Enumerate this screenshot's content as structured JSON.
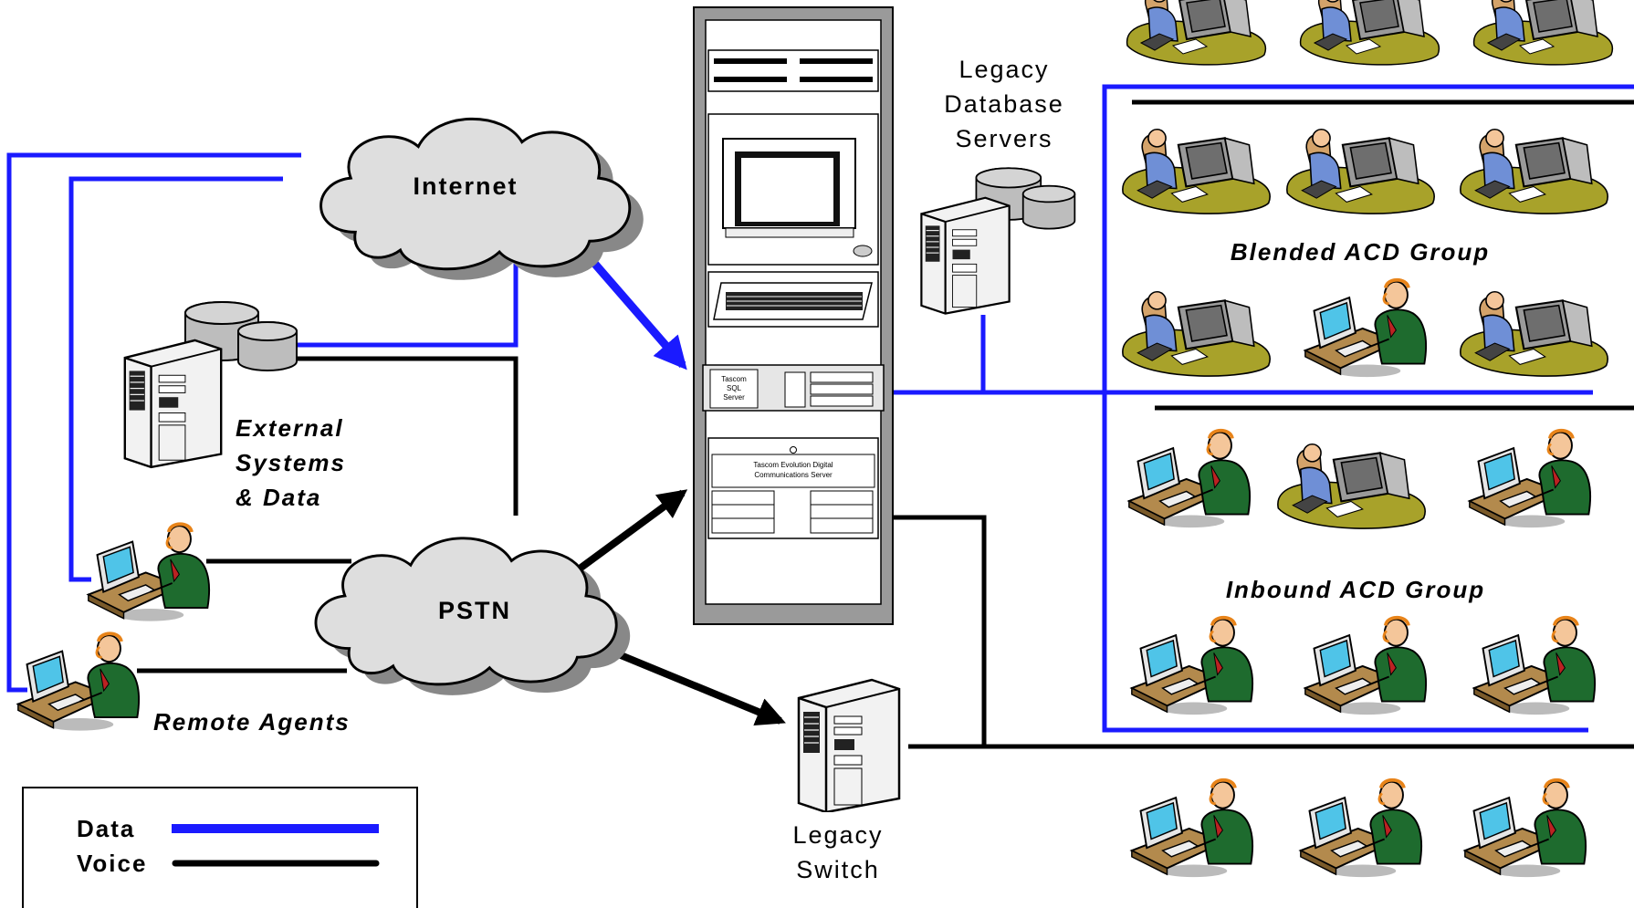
{
  "colors": {
    "data_link": "#1a1aff",
    "voice_link": "#000000",
    "cloud": "#dedede",
    "desk": "#b38a4d",
    "shirt": "#1e6b2e",
    "headset_hair": "#e8841a"
  },
  "clouds": {
    "internet": "Internet",
    "pstn": "PSTN"
  },
  "labels": {
    "external": [
      "External",
      "Systems",
      "& Data"
    ],
    "remote_agents": "Remote Agents",
    "legacy_db": [
      "Legacy",
      "Database",
      "Servers"
    ],
    "legacy_switch": [
      "Legacy",
      "Switch"
    ],
    "blended_group": "Blended ACD Group",
    "inbound_group": "Inbound ACD Group"
  },
  "rack": {
    "sql_server": [
      "Tascom",
      "SQL",
      "Server"
    ],
    "comm_server": [
      "Tascom Evolution Digital",
      "Communications Server"
    ]
  },
  "legend": {
    "data": "Data",
    "voice": "Voice"
  },
  "icons": [
    "cloud-icon",
    "server-tower-icon",
    "database-icon",
    "rack-icon",
    "agent-workstation-icon",
    "phone-agent-icon"
  ]
}
